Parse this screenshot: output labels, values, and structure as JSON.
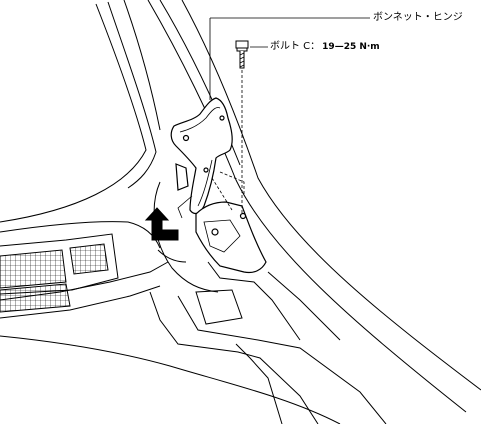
{
  "labels": {
    "hinge": "ボンネット・ヒンジ",
    "bolt_prefix": "ボルト C：",
    "bolt_torque": "19—25 N·m"
  },
  "icons": {
    "direction_arrow": "up-arrow-icon",
    "bolt": "bolt-icon"
  },
  "colors": {
    "line": "#000000",
    "background": "#ffffff"
  }
}
